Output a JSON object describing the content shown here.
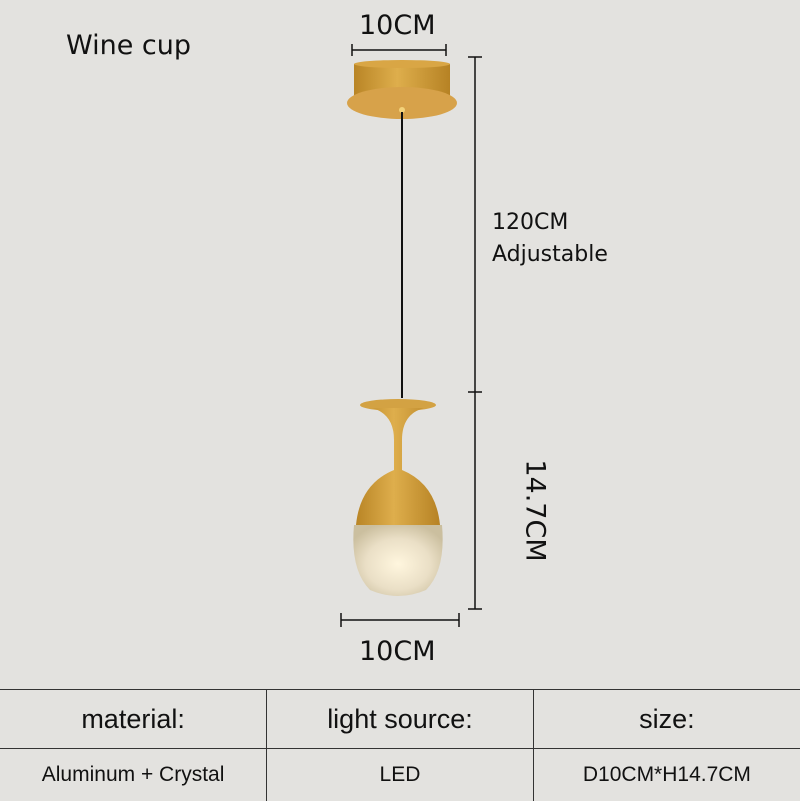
{
  "title": "Wine cup",
  "dimensions": {
    "canopy_width": "10CM",
    "cord_length": "120CM",
    "cord_note": "Adjustable",
    "shade_height": "14.7CM",
    "shade_width": "10CM"
  },
  "colors": {
    "background": "#e3e2df",
    "gold": "#c99a3a",
    "line": "#111111"
  },
  "specs": {
    "headers": [
      "material:",
      "light source:",
      "size:"
    ],
    "values": [
      "Aluminum + Crystal",
      "LED",
      "D10CM*H14.7CM"
    ]
  }
}
